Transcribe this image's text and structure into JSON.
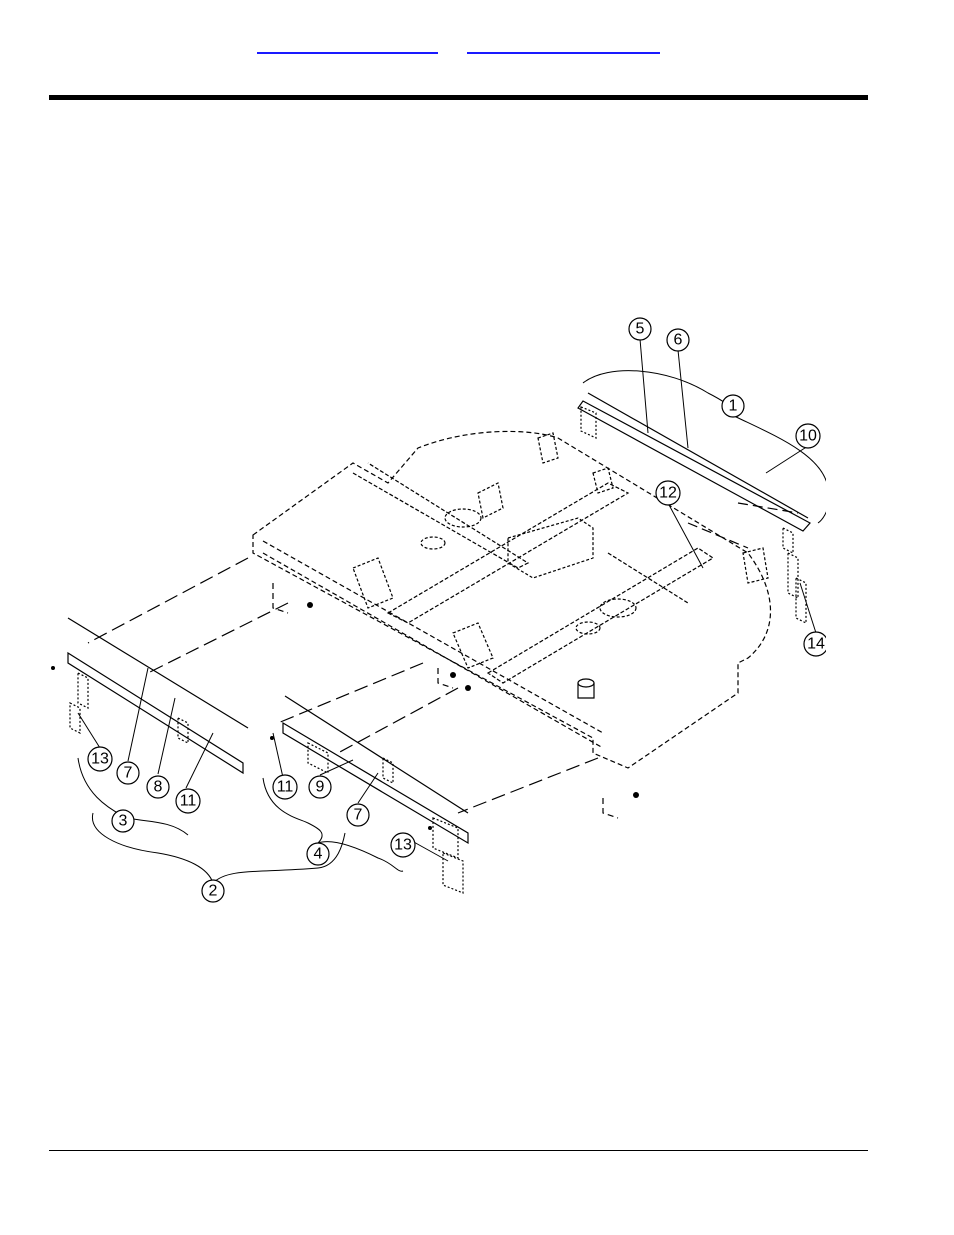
{
  "header": {
    "links": [
      "",
      ""
    ]
  },
  "diagram": {
    "callouts": [
      {
        "id": "c1",
        "label": "1"
      },
      {
        "id": "c2",
        "label": "2"
      },
      {
        "id": "c3",
        "label": "3"
      },
      {
        "id": "c4",
        "label": "4"
      },
      {
        "id": "c5",
        "label": "5"
      },
      {
        "id": "c6",
        "label": "6"
      },
      {
        "id": "c7a",
        "label": "7"
      },
      {
        "id": "c7b",
        "label": "7"
      },
      {
        "id": "c8",
        "label": "8"
      },
      {
        "id": "c9",
        "label": "9"
      },
      {
        "id": "c10",
        "label": "10"
      },
      {
        "id": "c11a",
        "label": "11"
      },
      {
        "id": "c11b",
        "label": "11"
      },
      {
        "id": "c12",
        "label": "12"
      },
      {
        "id": "c13a",
        "label": "13"
      },
      {
        "id": "c13b",
        "label": "13"
      },
      {
        "id": "c14",
        "label": "14"
      }
    ]
  }
}
